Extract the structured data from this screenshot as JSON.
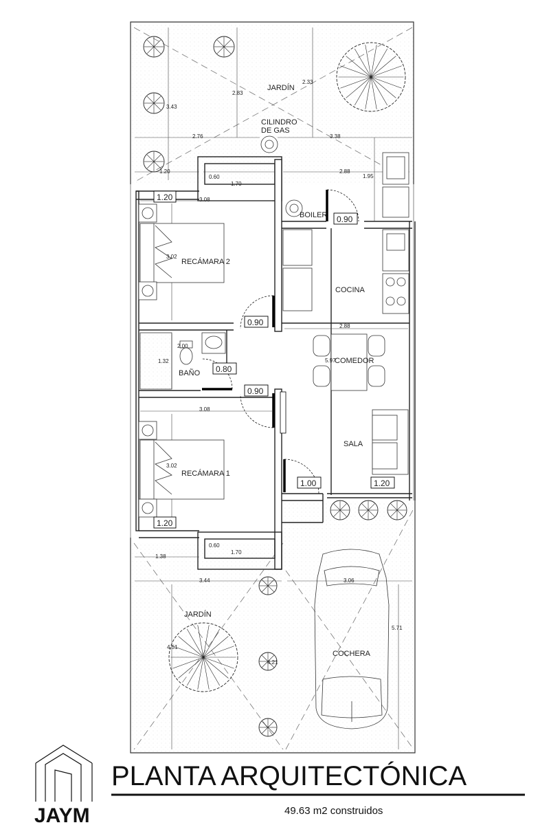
{
  "title": "PLANTA ARQUITECTÓNICA",
  "subtitle": "49.63 m2 construidos",
  "logo": "JAYM",
  "rooms": {
    "jardin_top": "JARDÍN",
    "cilindro_1": "CILINDRO",
    "cilindro_2": "DE GAS",
    "boiler": "BOILER",
    "recamara2": "RECÁMARA 2",
    "cocina": "COCINA",
    "comedor": "COMEDOR",
    "bano": "BAÑO",
    "sala": "SALA",
    "recamara1": "RECÁMARA 1",
    "jardin_bottom": "JARDÍN",
    "cochera": "COCHERA"
  },
  "doors": {
    "w_rec2_top": "1.20",
    "boiler": "0.90",
    "rec2": "0.90",
    "bano": "0.80",
    "rec1": "0.90",
    "main": "1.00",
    "sala": "1.20",
    "w_rec1_bottom": "1.20"
  },
  "dimensions": {
    "d343": "3.43",
    "d283": "2.83",
    "d233": "2.33",
    "d276": "2.76",
    "d338": "3.38",
    "d120a": "1.20",
    "d060a": "0.60",
    "d170a": "1.70",
    "d288a": "2.88",
    "d195": "1.95",
    "d308a": "3.08",
    "d302a": "3.02",
    "d288b": "2.88",
    "d200": "2.00",
    "d132": "1.32",
    "d597": "5.97",
    "d308b": "3.08",
    "d302b": "3.02",
    "d060b": "0.60",
    "d170b": "1.70",
    "d138": "1.38",
    "d344": "3.44",
    "d306": "3.06",
    "d571": "5.71",
    "d451": "4.51",
    "d421": "4.21"
  }
}
